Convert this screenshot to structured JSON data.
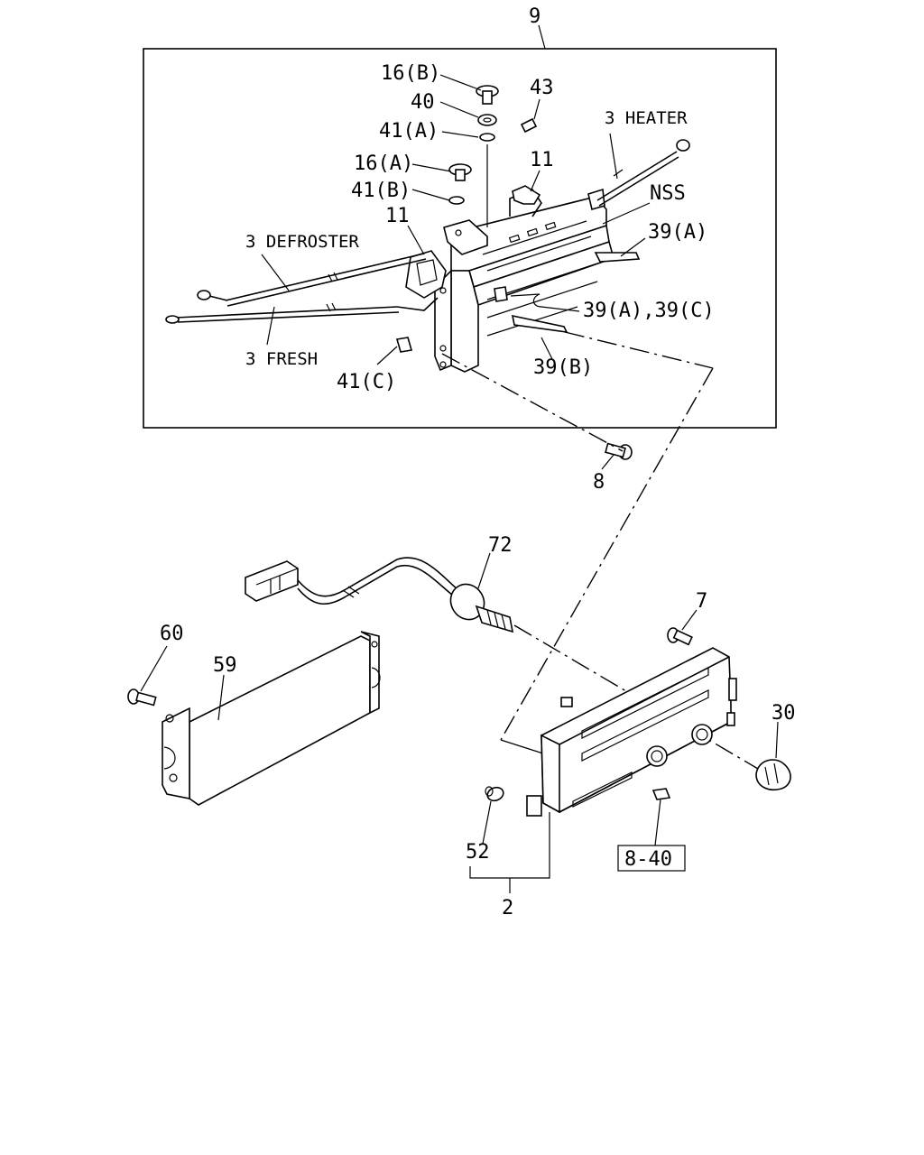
{
  "labels": {
    "l9": "9",
    "l16b": "16(B)",
    "l43": "43",
    "l40": "40",
    "l41a": "41(A)",
    "l3heater": "3 HEATER",
    "l16a": "16(A)",
    "l11a": "11",
    "l41b": "41(B)",
    "lnss": "NSS",
    "l11b": "11",
    "l3defroster": "3 DEFROSTER",
    "l39a": "39(A)",
    "l39ac": "39(A),39(C)",
    "l3fresh": "3 FRESH",
    "l41c": "41(C)",
    "l39b": "39(B)",
    "l8": "8",
    "l72": "72",
    "l7": "7",
    "l60": "60",
    "l59": "59",
    "l30": "30",
    "l52": "52",
    "l840": "8-40",
    "l2": "2"
  },
  "icons": {
    "wiring_harness": "wire-harness-connector-icon",
    "control_panel": "heater-control-panel-icon",
    "bracket": "mounting-bracket-icon",
    "knob": "control-knob-icon",
    "bulb": "bulb-icon",
    "screw": "screw-icon"
  }
}
